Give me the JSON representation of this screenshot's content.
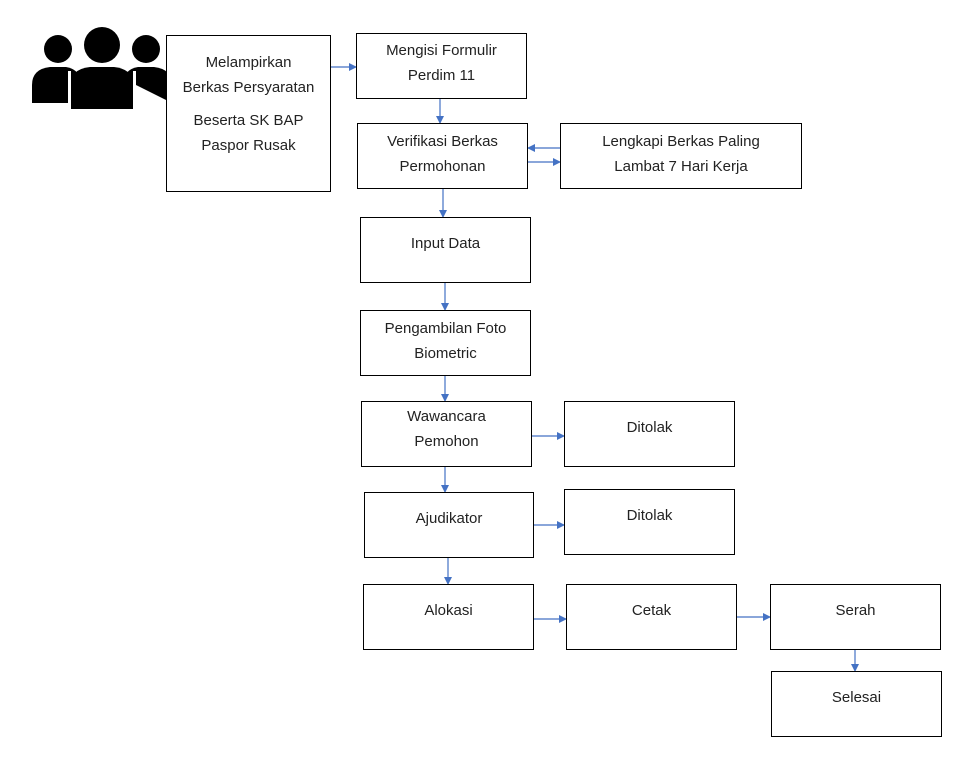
{
  "diagram": {
    "actor_icon": "people-group-icon",
    "colors": {
      "border": "#000000",
      "arrow": "#4472C4",
      "icon": "#000000"
    },
    "nodes": {
      "berkas": {
        "line1": "Melampirkan\nBerkas Persyaratan",
        "line2": "Beserta SK BAP\nPaspor Rusak"
      },
      "formulir": "Mengisi Formulir\nPerdim 11",
      "verifikasi": "Verifikasi Berkas\nPermohonan",
      "lengkapi": "Lengkapi Berkas Paling\nLambat 7 Hari Kerja",
      "input_data": "Input Data",
      "foto": "Pengambilan Foto\nBiometric",
      "wawancara": "Wawancara\nPemohon",
      "ditolak_1": "Ditolak",
      "ajudikator": "Ajudikator",
      "ditolak_2": "Ditolak",
      "alokasi": "Alokasi",
      "cetak": "Cetak",
      "serah": "Serah",
      "selesai": "Selesai"
    }
  }
}
